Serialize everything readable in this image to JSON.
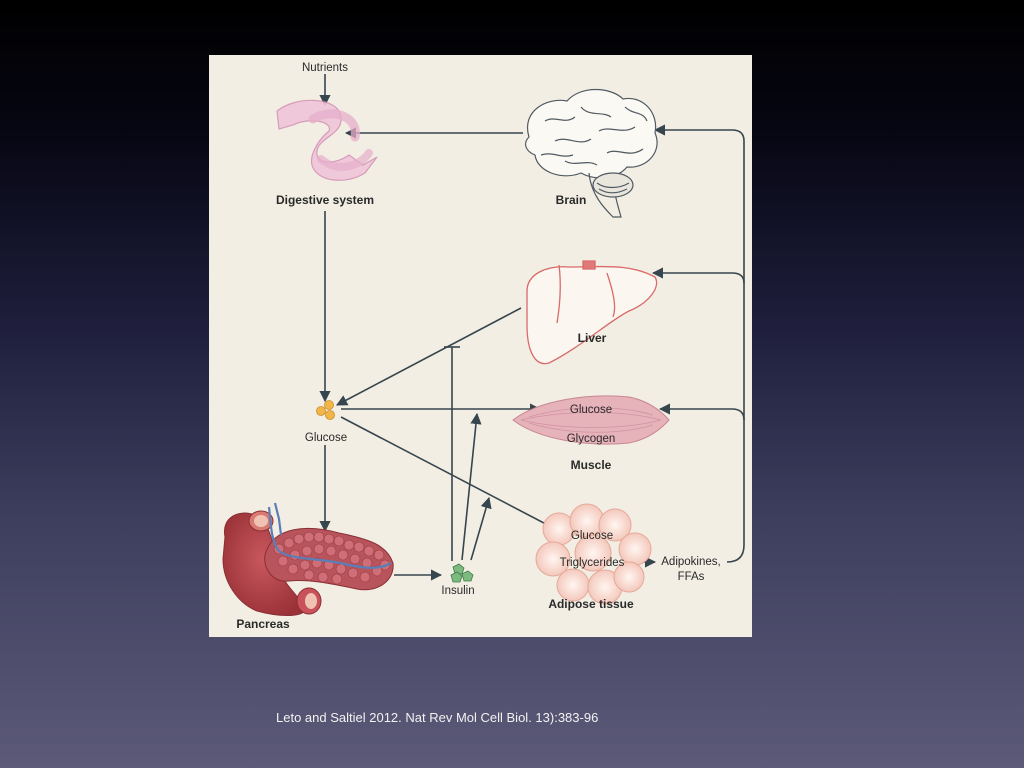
{
  "slide": {
    "citation": "Leto and Saltiel 2012. Nat Rev Mol Cell Biol. 13):383-96"
  },
  "diagram": {
    "labels": {
      "nutrients": "Nutrients",
      "digestive_system": "Digestive system",
      "brain": "Brain",
      "liver": "Liver",
      "glucose": "Glucose",
      "muscle": "Muscle",
      "muscle_glucose": "Glucose",
      "muscle_glycogen": "Glycogen",
      "pancreas": "Pancreas",
      "insulin": "Insulin",
      "adipose_tissue": "Adipose tissue",
      "adipose_glucose": "Glucose",
      "adipose_triglycerides": "Triglycerides",
      "adipokines_line1": "Adipokines,",
      "adipokines_line2": "FFAs"
    },
    "colors": {
      "arrow": "#37454e",
      "panel_background": "#f2eee4",
      "digestive": "#e8aec8",
      "liver_outline": "#d86a6a",
      "muscle": "#dca0a8",
      "pancreas": "#b4444c",
      "vessel": "#5a7fb8",
      "insulin": "#6aa86e",
      "glucose_dot": "#f2b648",
      "adipose": "#f4c8bc"
    }
  }
}
